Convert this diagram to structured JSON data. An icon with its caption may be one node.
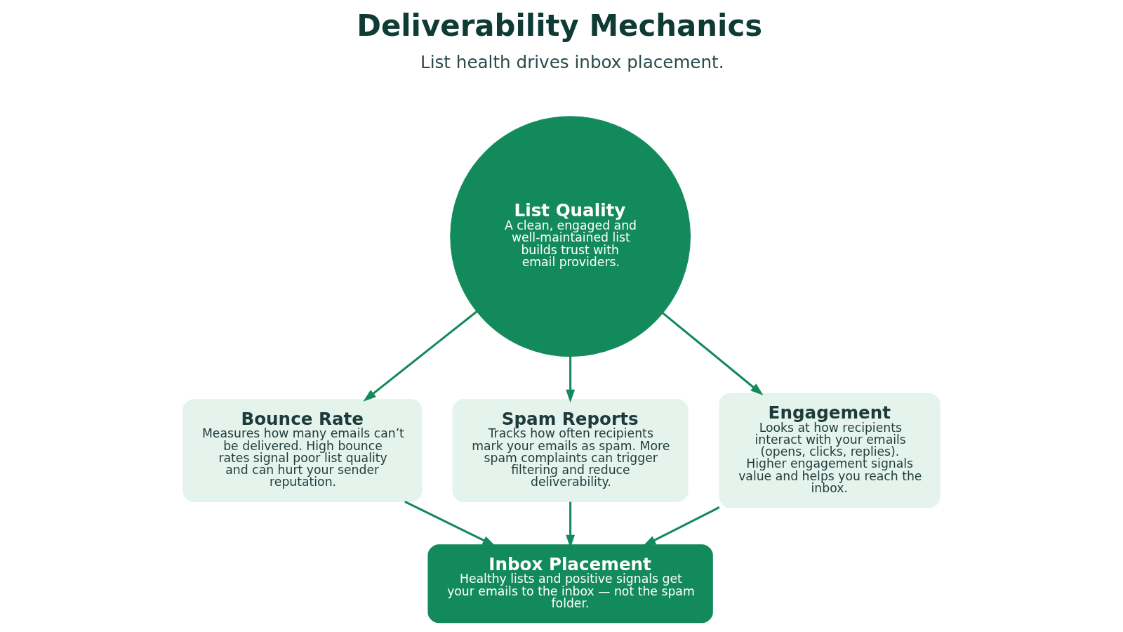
{
  "diagram": {
    "title": "Deliverability Mechanics",
    "nodes": [
      {
        "text": [
          "List Quality",
          "A clean, engaged and well-maintained list builds trust with email providers."
        ]
      },
      {
        "text": [
          "Bounce Rate",
          "Measures how many emails can’t be delivered. High bounce rates signal poor list quality and can hurt your sender reputation."
        ]
      },
      {
        "text": [
          "Spam Reports",
          "Tracks how often recipients mark your emails as spam. More spam complaints can trigger filtering and reduce deliverability."
        ]
      },
      {
        "text": [
          "Engagement",
          "Looks at how recipients interact with your emails (opens, clicks, replies). Higher engagement signals value and helps you reach the inbox."
        ]
      },
      {
        "text": [
          "Inbox Placement",
          "Healthy lists and positive signals get your emails to the inbox — not the spam folder."
        ]
      }
    ],
    "edges": [
      {
        "from": 0,
        "to": 1,
        "arrow": "to"
      },
      {
        "from": 0,
        "to": 2,
        "arrow": "to"
      },
      {
        "from": 0,
        "to": 3,
        "arrow": "to"
      },
      {
        "from": 1,
        "to": 4,
        "arrow": "to"
      },
      {
        "from": 2,
        "to": 4,
        "arrow": "to"
      },
      {
        "from": 3,
        "to": 4,
        "arrow": "to"
      }
    ],
    "labels": [
      "List health drives inbox placement."
    ]
  }
}
